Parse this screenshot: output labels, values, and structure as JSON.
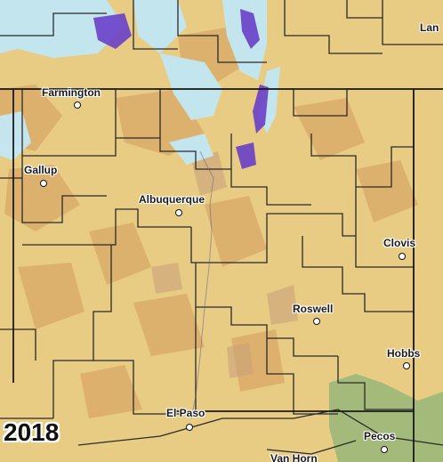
{
  "map": {
    "year": "2018",
    "cities": [
      {
        "name": "Farmington",
        "key": "farmington"
      },
      {
        "name": "Gallup",
        "key": "gallup"
      },
      {
        "name": "Albuquerque",
        "key": "albuquerque"
      },
      {
        "name": "Clovis",
        "key": "clovis"
      },
      {
        "name": "Roswell",
        "key": "roswell"
      },
      {
        "name": "Hobbs",
        "key": "hobbs"
      },
      {
        "name": "El Paso",
        "key": "el-paso"
      },
      {
        "name": "Pecos",
        "key": "pecos"
      },
      {
        "name": "Van Horn",
        "key": "van-horn"
      },
      {
        "name": "Lan",
        "key": "lan"
      }
    ],
    "colors": {
      "land": "#e8cc84",
      "terrain_dark": "#d8a866",
      "snow_light": "#bfe8f4",
      "snow_deep": "#6a40c8",
      "green": "#9cb87a",
      "border": "#2a2a2a"
    }
  }
}
